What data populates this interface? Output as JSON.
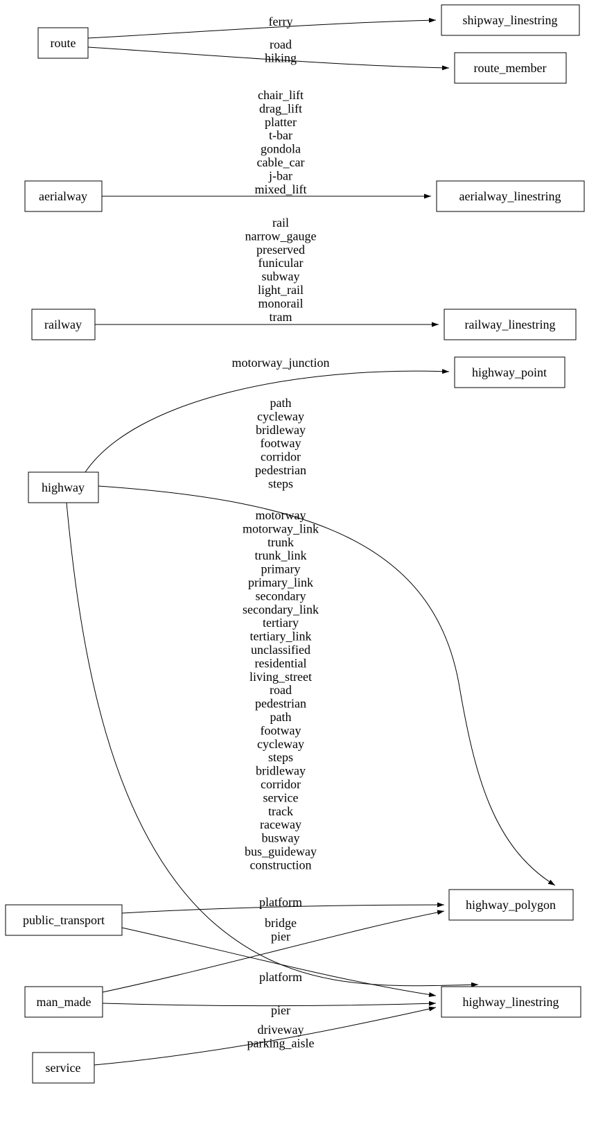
{
  "diagram": {
    "type": "directed-graph",
    "colors": {
      "background": "#ffffff",
      "node_fill": "#ffffff",
      "node_border": "#000000",
      "edge": "#000000",
      "text": "#000000"
    },
    "nodes": {
      "route": {
        "label": "route"
      },
      "aerialway": {
        "label": "aerialway"
      },
      "railway": {
        "label": "railway"
      },
      "highway": {
        "label": "highway"
      },
      "public_transport": {
        "label": "public_transport"
      },
      "man_made": {
        "label": "man_made"
      },
      "service": {
        "label": "service"
      },
      "shipway_linestring": {
        "label": "shipway_linestring"
      },
      "route_member": {
        "label": "route_member"
      },
      "aerialway_linestring": {
        "label": "aerialway_linestring"
      },
      "railway_linestring": {
        "label": "railway_linestring"
      },
      "highway_point": {
        "label": "highway_point"
      },
      "highway_polygon": {
        "label": "highway_polygon"
      },
      "highway_linestring": {
        "label": "highway_linestring"
      }
    },
    "edges": [
      {
        "from": "route",
        "to": "shipway_linestring",
        "labels": [
          "ferry"
        ]
      },
      {
        "from": "route",
        "to": "route_member",
        "labels": [
          "road",
          "hiking"
        ]
      },
      {
        "from": "aerialway",
        "to": "aerialway_linestring",
        "labels": [
          "chair_lift",
          "drag_lift",
          "platter",
          "t-bar",
          "gondola",
          "cable_car",
          "j-bar",
          "mixed_lift"
        ]
      },
      {
        "from": "railway",
        "to": "railway_linestring",
        "labels": [
          "rail",
          "narrow_gauge",
          "preserved",
          "funicular",
          "subway",
          "light_rail",
          "monorail",
          "tram"
        ]
      },
      {
        "from": "highway",
        "to": "highway_point",
        "labels": [
          "motorway_junction"
        ]
      },
      {
        "from": "highway",
        "to": "highway_polygon",
        "labels": [
          "path",
          "cycleway",
          "bridleway",
          "footway",
          "corridor",
          "pedestrian",
          "steps"
        ]
      },
      {
        "from": "highway",
        "to": "highway_linestring",
        "labels": [
          "motorway",
          "motorway_link",
          "trunk",
          "trunk_link",
          "primary",
          "primary_link",
          "secondary",
          "secondary_link",
          "tertiary",
          "tertiary_link",
          "unclassified",
          "residential",
          "living_street",
          "road",
          "pedestrian",
          "path",
          "footway",
          "cycleway",
          "steps",
          "bridleway",
          "corridor",
          "service",
          "track",
          "raceway",
          "busway",
          "bus_guideway",
          "construction"
        ]
      },
      {
        "from": "public_transport",
        "to": "highway_polygon",
        "labels": [
          "platform"
        ]
      },
      {
        "from": "public_transport",
        "to": "highway_linestring",
        "labels": [
          "platform"
        ]
      },
      {
        "from": "man_made",
        "to": "highway_polygon",
        "labels": [
          "bridge",
          "pier"
        ]
      },
      {
        "from": "man_made",
        "to": "highway_linestring",
        "labels": [
          "pier"
        ]
      },
      {
        "from": "service",
        "to": "highway_linestring",
        "labels": [
          "driveway",
          "parking_aisle"
        ]
      }
    ]
  }
}
